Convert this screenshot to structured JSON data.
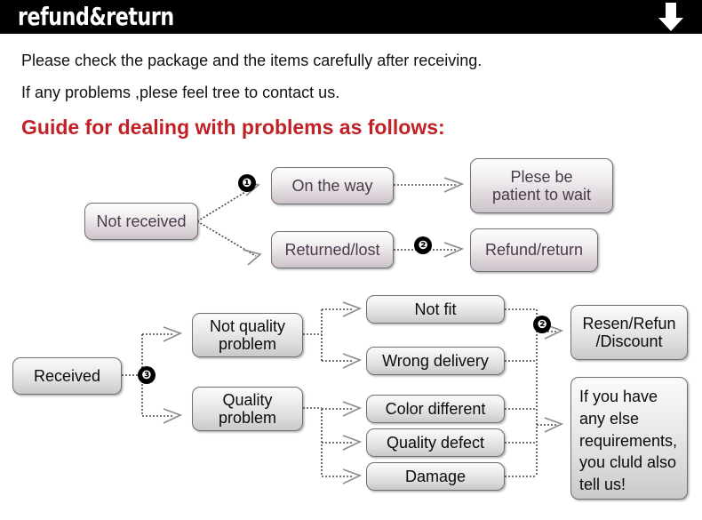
{
  "header": {
    "title": "refund&return",
    "arrow_icon": "down-arrow-icon"
  },
  "intro": {
    "line1": "Please check the package and the items carefully after receiving.",
    "line2": "If any problems ,plese feel tree to contact us.",
    "guide_heading": "Guide for dealing with problems as follows:"
  },
  "colors": {
    "header_bg": "#000000",
    "header_text": "#ffffff",
    "guide_red": "#c12026",
    "body_text": "#111111",
    "purple_box_text": "#4a3a4c",
    "gray_box_text": "#0b0b0b",
    "connector": "#4a4a4a"
  },
  "flow_top": {
    "source": "Not received",
    "branches": [
      {
        "label": "On the way",
        "badge": "❶",
        "result": "Plese be\npatient to wait"
      },
      {
        "label": "Returned/lost",
        "badge": "❷",
        "result": "Refund/return"
      }
    ]
  },
  "flow_bottom": {
    "source": "Received",
    "source_badge": "❸",
    "categories": [
      {
        "label": "Not quality\nproblem"
      },
      {
        "label": "Quality\nproblem"
      }
    ],
    "reasons": [
      "Not fit",
      "Wrong delivery",
      "Color different",
      "Quality defect",
      "Damage"
    ],
    "outcome_badge": "❷",
    "outcome": "Resen/Refun\n/Discount",
    "note": "If you have\nany else\nrequirements,\nyou cluld also\ntell us!"
  }
}
